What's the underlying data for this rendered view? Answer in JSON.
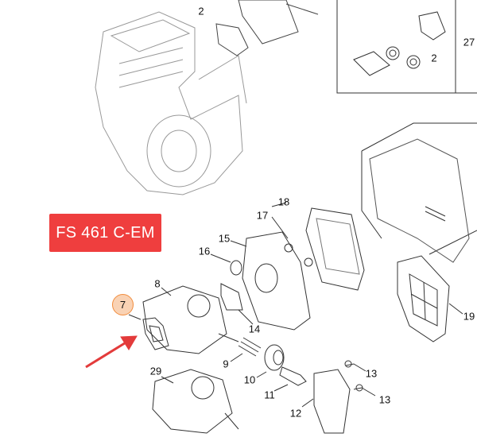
{
  "model_badge": "FS 461 C-EM",
  "highlighted_part": "7",
  "part_labels": [
    "2",
    "27",
    "2",
    "18",
    "17",
    "15",
    "16",
    "8",
    "14",
    "19",
    "9",
    "10",
    "13",
    "29",
    "11",
    "13",
    "12"
  ],
  "colors": {
    "badge": "#ef3e3e",
    "highlight_fill": "#f9d2b4",
    "highlight_border": "#f28c3c",
    "arrow": "#e33b3b"
  }
}
